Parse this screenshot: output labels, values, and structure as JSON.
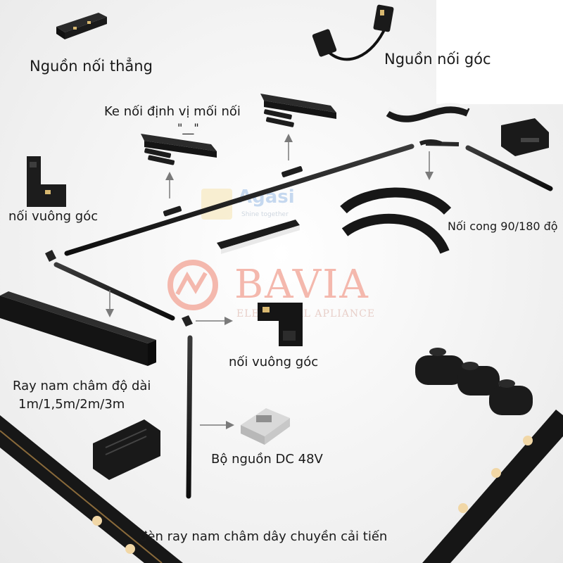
{
  "labels": {
    "straight_power_connector": "Nguồn nối thẳng",
    "corner_power_connector": "Nguồn nối góc",
    "joint_positioning_bracket": "Ke nối định vị mối nối",
    "quote_mark": "\"__\"",
    "right_angle_connector_left": "nối vuông góc",
    "curved_connector": "Nối cong 90/180 độ",
    "right_angle_connector_center": "nối vuông góc",
    "magnetic_rail_length_line1": "Ray nam châm độ dài",
    "magnetic_rail_length_line2": "1m/1,5m/2m/3m",
    "power_supply": "Bộ nguồn DC 48V",
    "bottom_caption": "đèn ray nam châm dây chuyền cải tiến"
  },
  "watermarks": {
    "brand": "BAVIA",
    "brand_sub": "ELECTRICAL APLIANCE",
    "logo": "Agasi",
    "logo_sub": "Shine together"
  },
  "colors": {
    "rail": "#1e1e1e",
    "arrow": "#7a7a7a",
    "watermark_red": "#f4b8ad",
    "led_glow": "#f1d7a6"
  }
}
